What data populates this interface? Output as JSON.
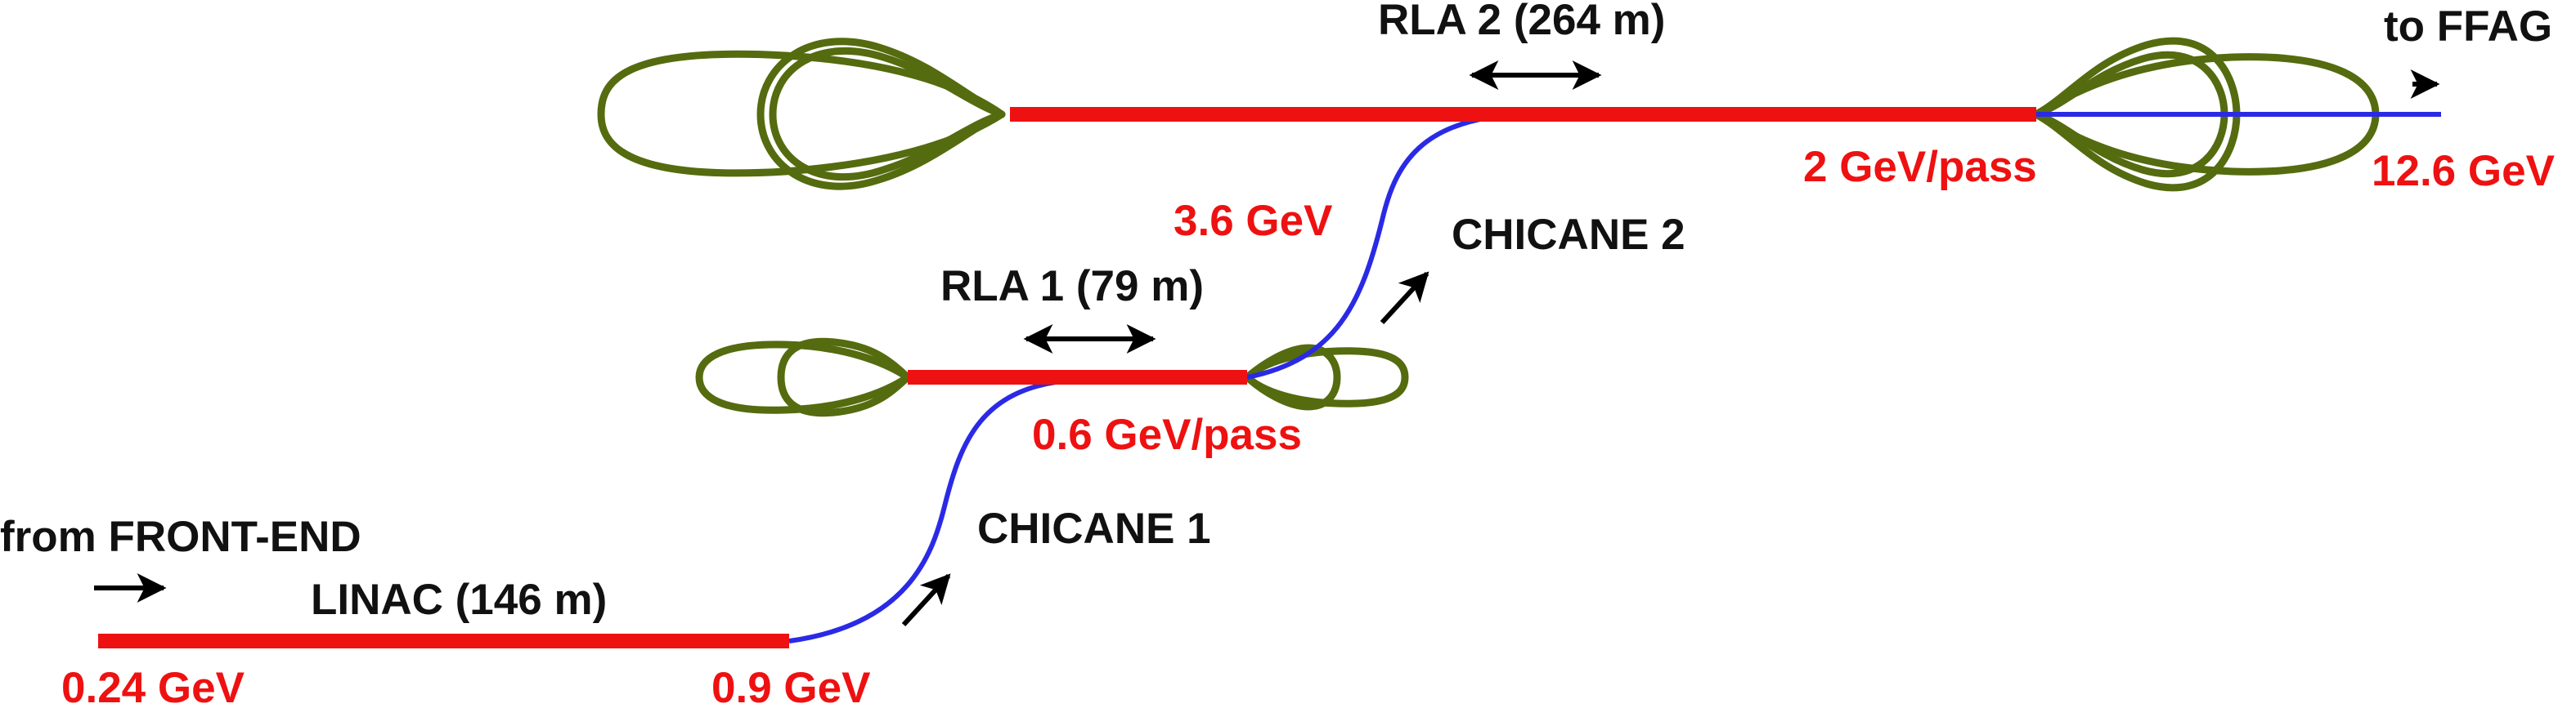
{
  "colors": {
    "linac": "#ee1111",
    "chicane": "#2a2ae6",
    "arc": "#556b0f",
    "energy_text": "#ee1111",
    "label_text": "#111111",
    "arrow": "#000000"
  },
  "labels": {
    "from_front_end": "from FRONT-END",
    "linac": "LINAC (146 m)",
    "chicane1": "CHICANE 1",
    "chicane2": "CHICANE 2",
    "rla1": "RLA 1 (79 m)",
    "rla2": "RLA 2 (264 m)",
    "to_ffag": "to FFAG"
  },
  "energies": {
    "linac_in": "0.24 GeV",
    "linac_out": "0.9 GeV",
    "rla1_gain": "0.6 GeV/pass",
    "rla1_out": "3.6 GeV",
    "rla2_gain": "2 GeV/pass",
    "rla2_out": "12.6 GeV"
  }
}
